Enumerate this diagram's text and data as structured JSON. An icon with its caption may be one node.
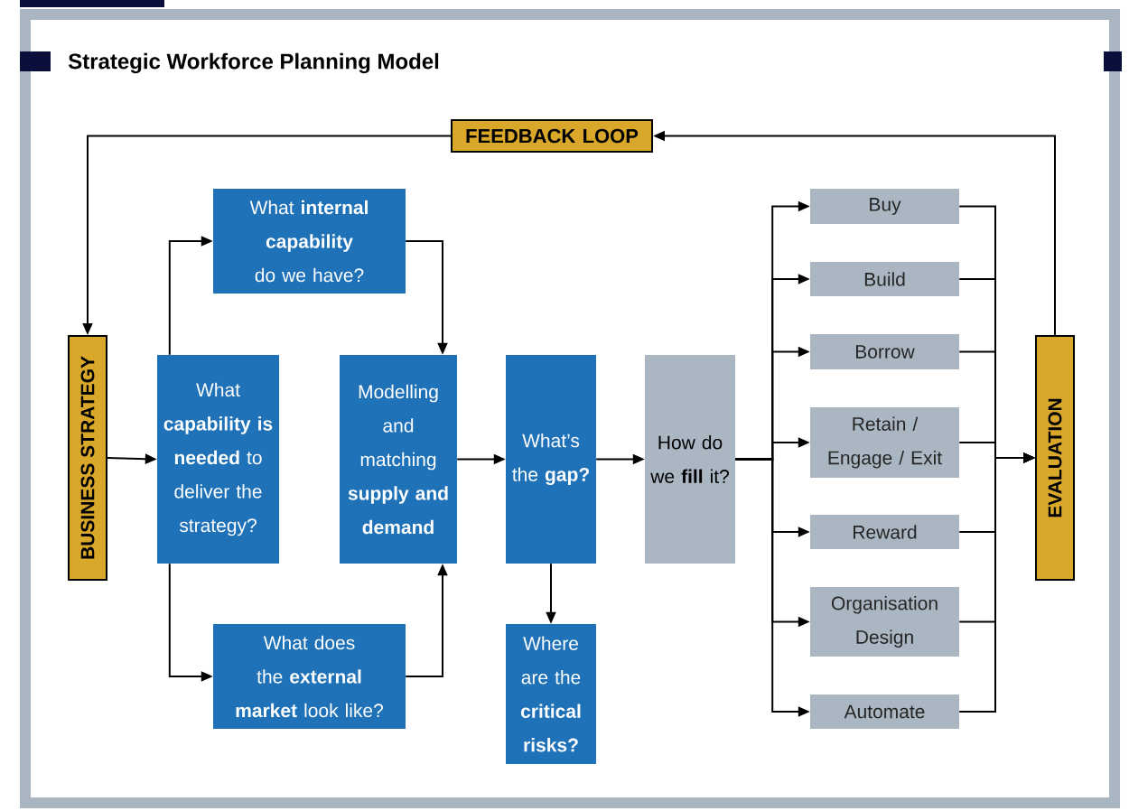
{
  "diagram": {
    "title": "Strategic Workforce Planning Model",
    "nodes": [
      {
        "text": [
          "FEEDBACK LOOP"
        ]
      },
      {
        "text": [
          "BUSINESS STRATEGY"
        ]
      },
      {
        "text": [
          "What **capability is needed** to deliver the strategy?"
        ]
      },
      {
        "text": [
          "What **internal capability** do we have?"
        ]
      },
      {
        "text": [
          "What does the **external market** look like?"
        ]
      },
      {
        "text": [
          "Modelling and matching **supply and demand**"
        ]
      },
      {
        "text": [
          "What’s the **gap?**"
        ]
      },
      {
        "text": [
          "Where are the **critical risks?**"
        ]
      },
      {
        "text": [
          "How do we **fill** it?"
        ]
      },
      {
        "text": [
          "Buy"
        ]
      },
      {
        "text": [
          "Build"
        ]
      },
      {
        "text": [
          "Borrow"
        ]
      },
      {
        "text": [
          "Retain / Engage / Exit"
        ]
      },
      {
        "text": [
          "Reward"
        ]
      },
      {
        "text": [
          "Organisation Design"
        ]
      },
      {
        "text": [
          "Automate"
        ]
      },
      {
        "text": [
          "EVALUATION"
        ]
      }
    ],
    "edges": [
      {
        "from": 1,
        "to": 2,
        "arrow": "to"
      },
      {
        "from": 2,
        "to": 3,
        "arrow": "to"
      },
      {
        "from": 2,
        "to": 4,
        "arrow": "to"
      },
      {
        "from": 3,
        "to": 5,
        "arrow": "to"
      },
      {
        "from": 4,
        "to": 5,
        "arrow": "to"
      },
      {
        "from": 5,
        "to": 6,
        "arrow": "to"
      },
      {
        "from": 6,
        "to": 7,
        "arrow": "to"
      },
      {
        "from": 6,
        "to": 8,
        "arrow": "to"
      },
      {
        "from": 8,
        "to": 9,
        "arrow": "to"
      },
      {
        "from": 8,
        "to": 10,
        "arrow": "to"
      },
      {
        "from": 8,
        "to": 11,
        "arrow": "to"
      },
      {
        "from": 8,
        "to": 12,
        "arrow": "to"
      },
      {
        "from": 8,
        "to": 13,
        "arrow": "to"
      },
      {
        "from": 8,
        "to": 14,
        "arrow": "to"
      },
      {
        "from": 8,
        "to": 15,
        "arrow": "to"
      },
      {
        "from": 9,
        "to": 16,
        "arrow": "to"
      },
      {
        "from": 10,
        "to": 16,
        "arrow": "to"
      },
      {
        "from": 11,
        "to": 16,
        "arrow": "to"
      },
      {
        "from": 12,
        "to": 16,
        "arrow": "to"
      },
      {
        "from": 13,
        "to": 16,
        "arrow": "to"
      },
      {
        "from": 14,
        "to": 16,
        "arrow": "to"
      },
      {
        "from": 15,
        "to": 16,
        "arrow": "to"
      },
      {
        "from": 16,
        "to": 0,
        "arrow": "to"
      },
      {
        "from": 0,
        "to": 1,
        "arrow": "to"
      }
    ]
  }
}
